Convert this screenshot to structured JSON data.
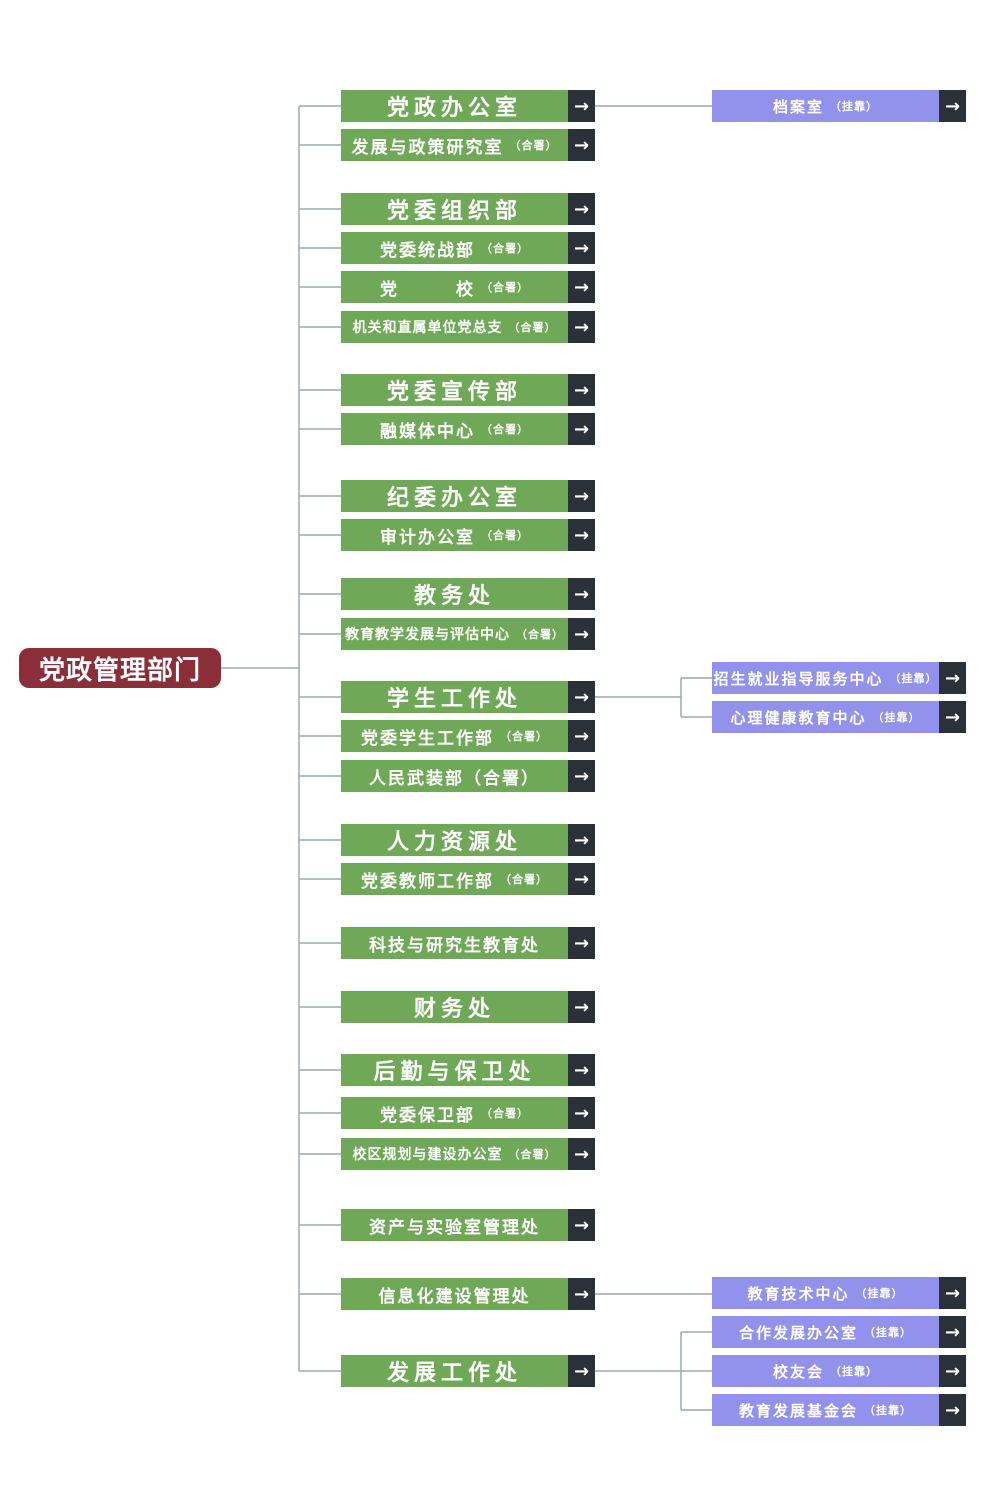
{
  "root": {
    "label": "党政管理部门"
  },
  "nodes": [
    {
      "id": "dangzheng-office",
      "main": "党政办公室",
      "suffix": ""
    },
    {
      "id": "policy-research",
      "main": "发展与政策研究室",
      "suffix": "（合署）"
    },
    {
      "id": "organization-dept",
      "main": "党委组织部",
      "suffix": ""
    },
    {
      "id": "united-front",
      "main": "党委统战部",
      "suffix": "（合署）"
    },
    {
      "id": "party-school",
      "main": "党　　　校",
      "suffix": "（合署）"
    },
    {
      "id": "organs-branch",
      "main": "机关和直属单位党总支",
      "suffix": "（合署）"
    },
    {
      "id": "propaganda-dept",
      "main": "党委宣传部",
      "suffix": ""
    },
    {
      "id": "media-center",
      "main": "融媒体中心",
      "suffix": "（合署）"
    },
    {
      "id": "discipline-office",
      "main": "纪委办公室",
      "suffix": ""
    },
    {
      "id": "audit-office",
      "main": "审计办公室",
      "suffix": "（合署）"
    },
    {
      "id": "academic-affairs",
      "main": "教务处",
      "suffix": ""
    },
    {
      "id": "teaching-eval",
      "main": "教育教学发展与评估中心",
      "suffix": "（合署）"
    },
    {
      "id": "student-affairs",
      "main": "学生工作处",
      "suffix": ""
    },
    {
      "id": "party-student-dept",
      "main": "党委学生工作部",
      "suffix": "（合署）"
    },
    {
      "id": "armed-forces",
      "main": "人民武装部（合署）",
      "suffix": ""
    },
    {
      "id": "human-resources",
      "main": "人力资源处",
      "suffix": ""
    },
    {
      "id": "party-teacher-dept",
      "main": "党委教师工作部",
      "suffix": "（合署）"
    },
    {
      "id": "research-grad",
      "main": "科技与研究生教育处",
      "suffix": ""
    },
    {
      "id": "finance",
      "main": "财务处",
      "suffix": ""
    },
    {
      "id": "logistics-security",
      "main": "后勤与保卫处",
      "suffix": ""
    },
    {
      "id": "party-security",
      "main": "党委保卫部",
      "suffix": "（合署）"
    },
    {
      "id": "campus-planning",
      "main": "校区规划与建设办公室",
      "suffix": "（合署）"
    },
    {
      "id": "assets-lab",
      "main": "资产与实验室管理处",
      "suffix": ""
    },
    {
      "id": "informatization",
      "main": "信息化建设管理处",
      "suffix": ""
    },
    {
      "id": "development",
      "main": "发展工作处",
      "suffix": ""
    }
  ],
  "attached": [
    {
      "id": "archives",
      "main": "档案室",
      "suffix": "（挂靠）"
    },
    {
      "id": "employment-center",
      "main": "招生就业指导服务中心",
      "suffix": "（挂靠）"
    },
    {
      "id": "mental-health",
      "main": "心理健康教育中心",
      "suffix": "（挂靠）"
    },
    {
      "id": "edu-tech-center",
      "main": "教育技术中心",
      "suffix": "（挂靠）"
    },
    {
      "id": "cooperation-office",
      "main": "合作发展办公室",
      "suffix": "（挂靠）"
    },
    {
      "id": "alumni-association",
      "main": "校友会",
      "suffix": "（挂靠）"
    },
    {
      "id": "education-foundation",
      "main": "教育发展基金会",
      "suffix": "（挂靠）"
    }
  ],
  "arrow_glyph": "→",
  "colors": {
    "root": "#8a2f3a",
    "green": "#6fa957",
    "purple": "#9292ec",
    "arrow_bg": "#2a3139",
    "line": "#9aa8b4"
  }
}
